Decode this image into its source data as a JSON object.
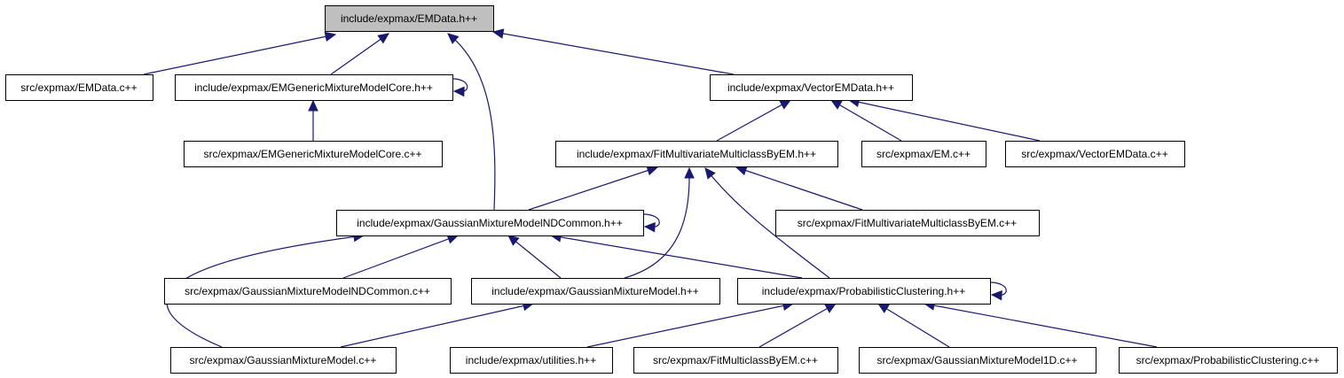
{
  "graph": {
    "edge_color": "#191970",
    "node_fill": "#ffffff",
    "root_fill": "#bfbfbf",
    "node_stroke": "#000000",
    "nodes": [
      {
        "id": "emdata_h",
        "label": "include/expmax/EMData.h++",
        "root": true
      },
      {
        "id": "emdata_c",
        "label": "src/expmax/EMData.c++"
      },
      {
        "id": "gmmcore_h",
        "label": "include/expmax/EMGenericMixtureModelCore.h++"
      },
      {
        "id": "vectoremdata_h",
        "label": "include/expmax/VectorEMData.h++"
      },
      {
        "id": "gmmcore_c",
        "label": "src/expmax/EMGenericMixtureModelCore.c++"
      },
      {
        "id": "fitmulti_h",
        "label": "include/expmax/FitMultivariateMulticlassByEM.h++"
      },
      {
        "id": "em_c",
        "label": "src/expmax/EM.c++"
      },
      {
        "id": "vectoremdata_c",
        "label": "src/expmax/VectorEMData.c++"
      },
      {
        "id": "gmmnd_h",
        "label": "include/expmax/GaussianMixtureModelNDCommon.h++"
      },
      {
        "id": "fitmulti_c",
        "label": "src/expmax/FitMultivariateMulticlassByEM.c++"
      },
      {
        "id": "gmmnd_c",
        "label": "src/expmax/GaussianMixtureModelNDCommon.c++"
      },
      {
        "id": "gmm_h",
        "label": "include/expmax/GaussianMixtureModel.h++"
      },
      {
        "id": "probclust_h",
        "label": "include/expmax/ProbabilisticClustering.h++"
      },
      {
        "id": "gmm_c",
        "label": "src/expmax/GaussianMixtureModel.c++"
      },
      {
        "id": "utilities_h",
        "label": "include/expmax/utilities.h++"
      },
      {
        "id": "fitmulticlass_c",
        "label": "src/expmax/FitMulticlassByEM.c++"
      },
      {
        "id": "gmm1d_c",
        "label": "src/expmax/GaussianMixtureModel1D.c++"
      },
      {
        "id": "probclust_c",
        "label": "src/expmax/ProbabilisticClustering.c++"
      }
    ],
    "edges": [
      {
        "from": "emdata_c",
        "to": "emdata_h"
      },
      {
        "from": "gmmcore_h",
        "to": "emdata_h"
      },
      {
        "from": "gmmnd_h",
        "to": "emdata_h"
      },
      {
        "from": "vectoremdata_h",
        "to": "emdata_h"
      },
      {
        "from": "gmmcore_h",
        "to": "gmmcore_h"
      },
      {
        "from": "gmmcore_c",
        "to": "gmmcore_h"
      },
      {
        "from": "fitmulti_h",
        "to": "vectoremdata_h"
      },
      {
        "from": "em_c",
        "to": "vectoremdata_h"
      },
      {
        "from": "vectoremdata_c",
        "to": "vectoremdata_h"
      },
      {
        "from": "gmmnd_h",
        "to": "fitmulti_h"
      },
      {
        "from": "gmm_h",
        "to": "fitmulti_h"
      },
      {
        "from": "probclust_h",
        "to": "fitmulti_h"
      },
      {
        "from": "fitmulti_c",
        "to": "fitmulti_h"
      },
      {
        "from": "gmmnd_h",
        "to": "gmmnd_h"
      },
      {
        "from": "gmmnd_c",
        "to": "gmmnd_h"
      },
      {
        "from": "gmm_h",
        "to": "gmmnd_h"
      },
      {
        "from": "probclust_h",
        "to": "gmmnd_h"
      },
      {
        "from": "gmm_c",
        "to": "gmmnd_h"
      },
      {
        "from": "gmm_c",
        "to": "gmm_h"
      },
      {
        "from": "probclust_h",
        "to": "probclust_h"
      },
      {
        "from": "utilities_h",
        "to": "probclust_h"
      },
      {
        "from": "fitmulticlass_c",
        "to": "probclust_h"
      },
      {
        "from": "gmm1d_c",
        "to": "probclust_h"
      },
      {
        "from": "probclust_c",
        "to": "probclust_h"
      }
    ]
  }
}
